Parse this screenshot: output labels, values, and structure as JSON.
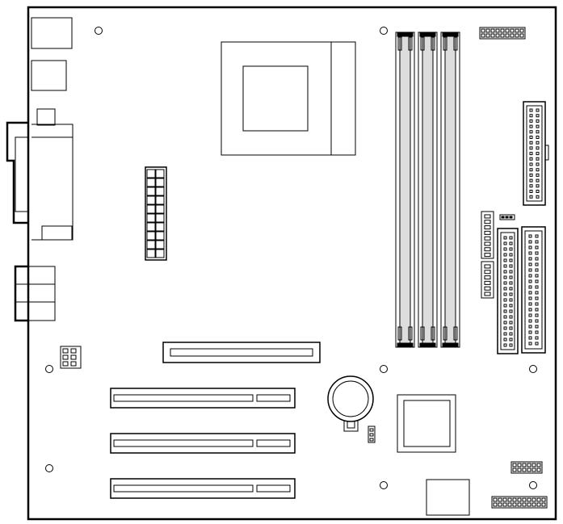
{
  "diagram": {
    "type": "motherboard-layout-line-drawing",
    "colors": {
      "line": "#000000",
      "board": "#ffffff",
      "slot_fill": "#dddddd"
    },
    "counts": {
      "mounting_holes": 8,
      "dimm_slots": 3,
      "pci_slots": 3,
      "agp_slots": 1,
      "ide_connectors": 2,
      "floppy_connectors": 1
    }
  }
}
